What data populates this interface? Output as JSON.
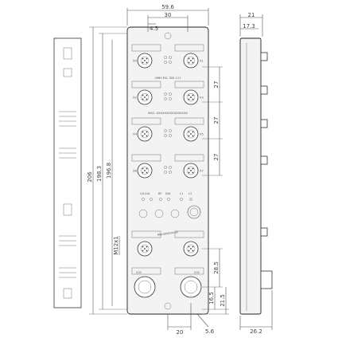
{
  "front_view": {
    "top_dimensions": [
      "59.6",
      "30",
      "4.5"
    ],
    "left_dimensions": [
      "206",
      "198.3",
      "196.8"
    ],
    "right_dimensions": [
      "27",
      "27",
      "27",
      "28.5",
      "16.5",
      "21.5"
    ],
    "bottom_dimensions": [
      "20",
      "5.6"
    ],
    "thread_label": "M12x1",
    "part_number": "0980 ESL 300-111",
    "mac_label": "MAC: XXXXXXXXXXXXXXXX",
    "port_labels": [
      "X0",
      "X1",
      "X2",
      "X3",
      "X4",
      "X5",
      "X6",
      "X7"
    ],
    "led_labels": [
      "U/L/UA",
      "BF",
      "DIA",
      "L1",
      "L2"
    ],
    "power_labels": [
      "X31",
      "X32"
    ],
    "logo_text": "Murrelektronik"
  },
  "side_view": {
    "top_dimensions": [
      "21",
      "17.3"
    ],
    "bottom_dimension": "26.2"
  }
}
